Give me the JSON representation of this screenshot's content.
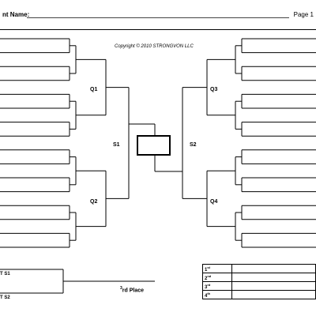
{
  "header": {
    "name_label": "nt Name:",
    "page_label": "Page 1"
  },
  "copyright": "Copyright © 2010 STRONGVON LLC",
  "bracket": {
    "quarters": [
      "Q1",
      "Q2",
      "Q3",
      "Q4"
    ],
    "semis": [
      "S1",
      "S2"
    ]
  },
  "third_place": {
    "label": "rd Place",
    "label_sup": "3",
    "ts1": "T S1",
    "ts2": "T S2"
  },
  "places": [
    {
      "num": "1",
      "sup": "st"
    },
    {
      "num": "2",
      "sup": "nd"
    },
    {
      "num": "3",
      "sup": "rd"
    },
    {
      "num": "4",
      "sup": "th"
    }
  ]
}
